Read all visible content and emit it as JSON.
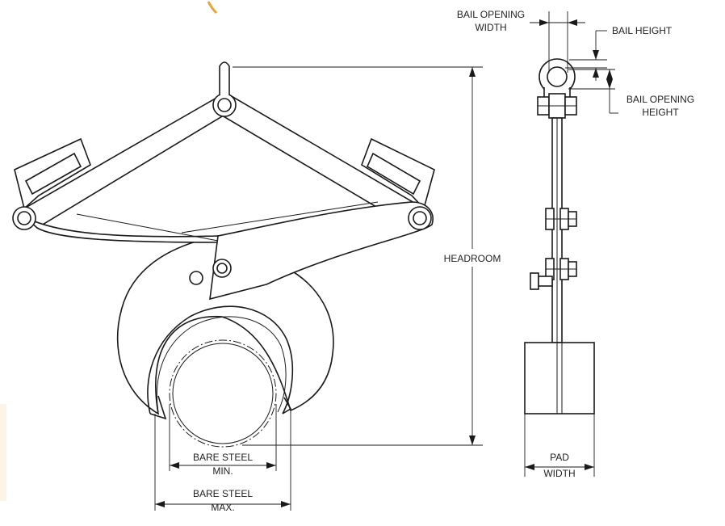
{
  "drawing": {
    "accent_color": "#e8a33a",
    "labels": {
      "bail_opening_width_1": "BAIL OPENING",
      "bail_opening_width_2": "WIDTH",
      "bail_height": "BAIL HEIGHT",
      "bail_opening_height_1": "BAIL OPENING",
      "bail_opening_height_2": "HEIGHT",
      "headroom": "HEADROOM",
      "pad_width_1": "PAD",
      "pad_width_2": "WIDTH",
      "bare_steel_min_1": "BARE STEEL",
      "bare_steel_min_2": "MIN.",
      "bare_steel_max_1": "BARE STEEL",
      "bare_steel_max_2": "MAX."
    }
  }
}
